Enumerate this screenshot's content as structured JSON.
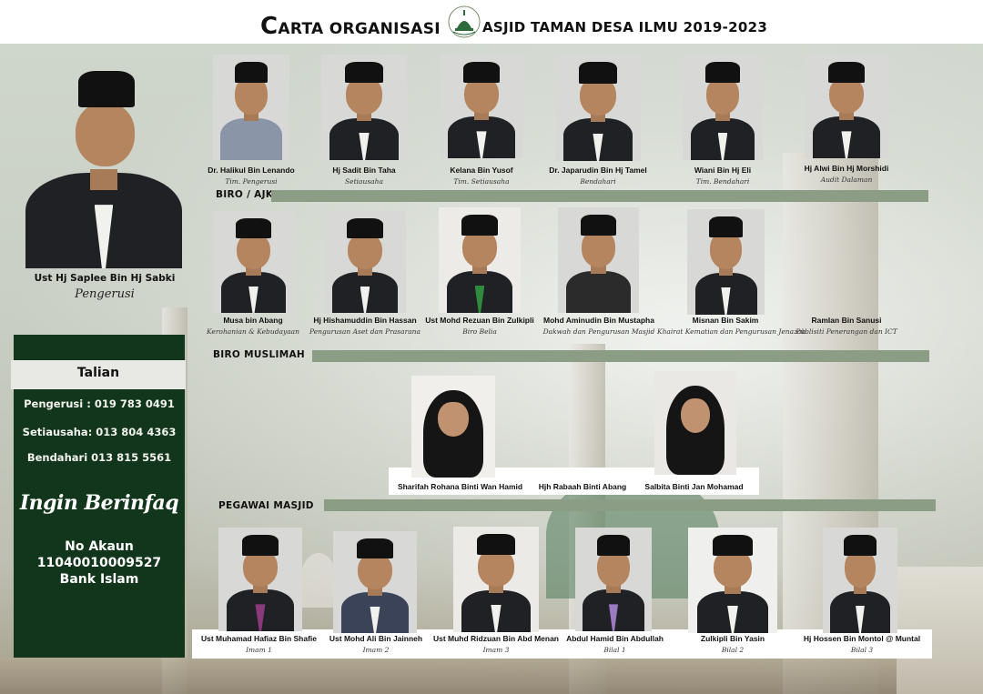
{
  "header": {
    "title_cap": "C",
    "title_left": "ARTA ORGANISASI",
    "title_right": "ASJID TAMAN DESA ILMU 2019-2023"
  },
  "chairman": {
    "name": "Ust Hj Saplee Bin Hj Sabki",
    "role": "Pengerusi"
  },
  "top_row": [
    {
      "name": "Dr. Halikul Bin Lenando",
      "role": "Tim. Pengerusi"
    },
    {
      "name": "Hj Sadit Bin Taha",
      "role": "Setiausaha"
    },
    {
      "name": "Kelana Bin Yusof",
      "role": "Tim. Setiausaha"
    },
    {
      "name": "Dr. Japarudin Bin Hj Tamel",
      "role": "Bendahari"
    },
    {
      "name": "Wiani Bin Hj Eli",
      "role": "Tim. Bendahari"
    },
    {
      "name": "Hj Alwi Bin Hj Morshidi",
      "role": "Audit Dalaman"
    }
  ],
  "biro_ajk": {
    "label": "BIRO / AJK",
    "members": [
      {
        "name": "Musa bin Abang",
        "role": "Kerohanian & Kebudayaan"
      },
      {
        "name": "Hj Hishamuddin Bin Hassan",
        "role": "Pengurusan Aset dan Prasarana"
      },
      {
        "name": "Ust Mohd Rezuan Bin Zulkipli",
        "role": "Biro Belia"
      },
      {
        "name": "Mohd Aminudin Bin Mustapha",
        "role": "Dakwah dan Pengurusan Masjid"
      },
      {
        "name": "Misnan Bin Sakim",
        "role": "Khairat Kematian dan Pengurusan Jenazah"
      },
      {
        "name": "Ramlan Bin Sanusi",
        "role": "Publisiti Penerangan dan ICT"
      }
    ]
  },
  "biro_muslimah": {
    "label": "BIRO MUSLIMAH",
    "members": [
      {
        "name": "Sharifah Rohana Binti Wan Hamid"
      },
      {
        "name": "Hjh Rabaah Binti Abang"
      },
      {
        "name": "Salbita Binti Jan Mohamad"
      }
    ]
  },
  "pegawai": {
    "label": "PEGAWAI MASJID",
    "members": [
      {
        "name": "Ust Muhamad Hafiaz Bin Shafie",
        "role": "Imam 1"
      },
      {
        "name": "Ust Mohd Ali Bin Jainneh",
        "role": "Imam 2"
      },
      {
        "name": "Ust Muhd Ridzuan Bin Abd Menan",
        "role": "Imam 3"
      },
      {
        "name": "Abdul Hamid Bin Abdullah",
        "role": "Bilal 1"
      },
      {
        "name": "Zulkipli Bin Yasin",
        "role": "Bilal 2"
      },
      {
        "name": "Hj Hossen Bin Montol @ Muntal",
        "role": "Bilal 3"
      }
    ]
  },
  "contact": {
    "talian_label": "Talian",
    "lines": [
      "Pengerusi : 019 783 0491",
      "Setiausaha: 013 804 4363",
      "Bendahari 013 815 5561"
    ],
    "infaq_title": "Ingin Berinfaq",
    "akaun_label": "No Akaun",
    "akaun_number": "11040010009527",
    "bank": "Bank Islam"
  },
  "colors": {
    "panel_green": "#12361b",
    "section_bar": "#8c9d86"
  }
}
